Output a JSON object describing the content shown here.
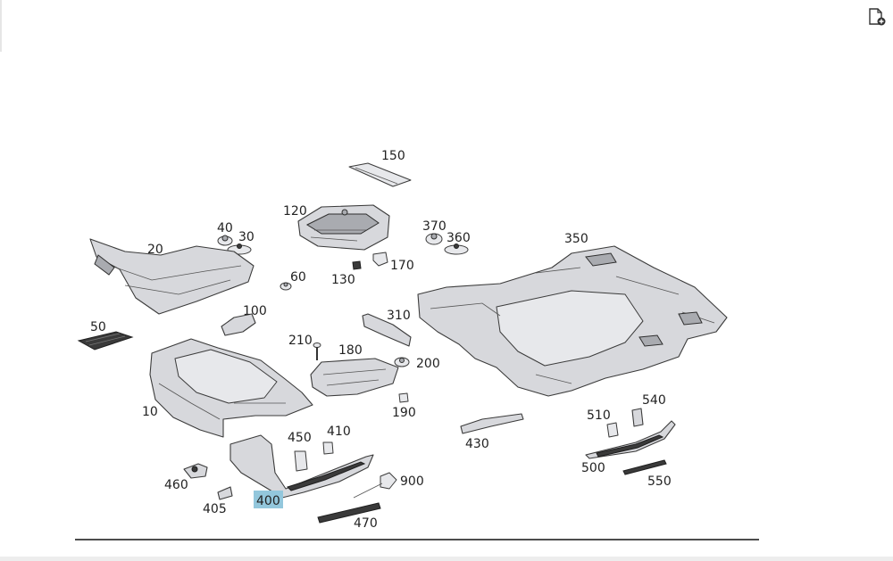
{
  "diagram": {
    "callouts": [
      {
        "id": "150",
        "label": "150"
      },
      {
        "id": "120",
        "label": "120"
      },
      {
        "id": "40",
        "label": "40"
      },
      {
        "id": "30",
        "label": "30"
      },
      {
        "id": "20",
        "label": "20"
      },
      {
        "id": "370",
        "label": "370"
      },
      {
        "id": "360",
        "label": "360"
      },
      {
        "id": "350",
        "label": "350"
      },
      {
        "id": "170",
        "label": "170"
      },
      {
        "id": "130",
        "label": "130"
      },
      {
        "id": "60",
        "label": "60"
      },
      {
        "id": "100",
        "label": "100"
      },
      {
        "id": "50",
        "label": "50"
      },
      {
        "id": "310",
        "label": "310"
      },
      {
        "id": "210",
        "label": "210"
      },
      {
        "id": "180",
        "label": "180"
      },
      {
        "id": "200",
        "label": "200"
      },
      {
        "id": "190",
        "label": "190"
      },
      {
        "id": "10",
        "label": "10"
      },
      {
        "id": "450",
        "label": "450"
      },
      {
        "id": "410",
        "label": "410"
      },
      {
        "id": "430",
        "label": "430"
      },
      {
        "id": "510",
        "label": "510"
      },
      {
        "id": "540",
        "label": "540"
      },
      {
        "id": "500",
        "label": "500"
      },
      {
        "id": "550",
        "label": "550"
      },
      {
        "id": "460",
        "label": "460"
      },
      {
        "id": "405",
        "label": "405"
      },
      {
        "id": "400",
        "label": "400"
      },
      {
        "id": "900",
        "label": "900"
      },
      {
        "id": "470",
        "label": "470"
      }
    ],
    "highlighted": "400",
    "highlight_color": "#93c7dc"
  },
  "toolbar": {
    "icon": "page-add-icon"
  }
}
